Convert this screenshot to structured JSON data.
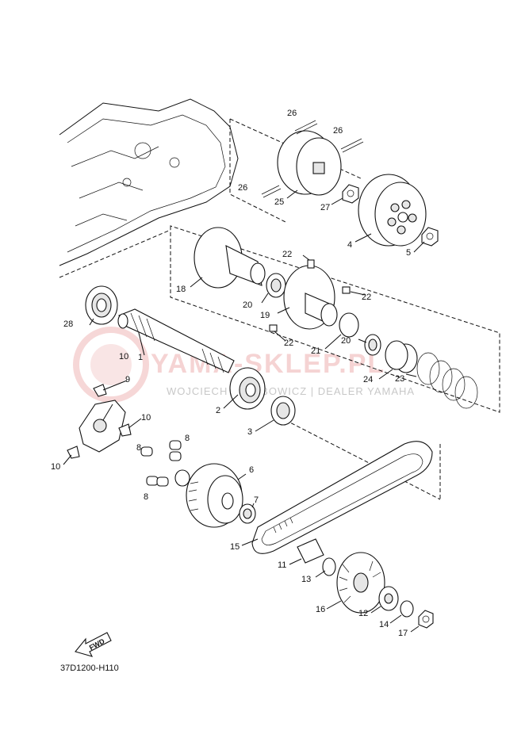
{
  "diagram": {
    "code": "37D1200-H110",
    "watermark_main": "YAMA-SKLEP.PL",
    "watermark_sub": "WOJCIECH JAKUBOWICZ | DEALER YAMAHA",
    "fwd_label": "FWD",
    "labels": {
      "p1": "1",
      "p2": "2",
      "p3": "3",
      "p4": "4",
      "p5": "5",
      "p6": "6",
      "p7": "7",
      "p8a": "8",
      "p8b": "8",
      "p8c": "8",
      "p9": "9",
      "p10a": "10",
      "p10b": "10",
      "p10c": "10",
      "p11": "11",
      "p12": "12",
      "p13": "13",
      "p14": "14",
      "p15": "15",
      "p16": "16",
      "p17": "17",
      "p18": "18",
      "p19": "19",
      "p20a": "20",
      "p20b": "20",
      "p21": "21",
      "p22a": "22",
      "p22b": "22",
      "p22c": "22",
      "p23": "23",
      "p24": "24",
      "p25": "25",
      "p26a": "26",
      "p26b": "26",
      "p26c": "26",
      "p27": "27",
      "p28": "28"
    }
  },
  "colors": {
    "line": "#111111",
    "watermark": "#e9a0a0",
    "background": "#ffffff"
  }
}
